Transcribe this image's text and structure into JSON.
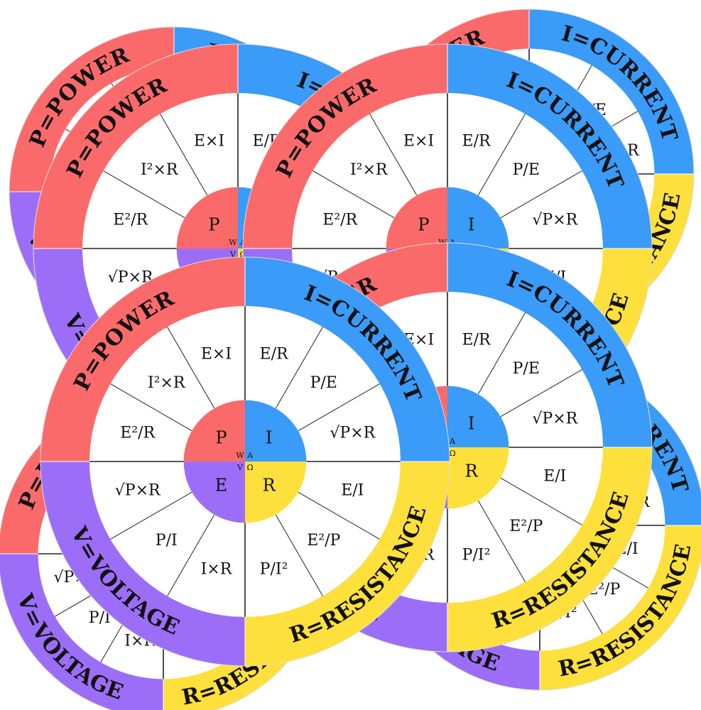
{
  "colors": {
    "power": "#fb6a6a",
    "current": "#3a9bf8",
    "resistance": "#fee03c",
    "voltage": "#9c6ef8",
    "inner_bg": "#ffffff",
    "line": "#222222"
  },
  "wheel": {
    "ring_labels": {
      "power": "P=POWER",
      "current": "I=CURRENT",
      "resistance": "R=RESISTANCE",
      "voltage": "V=VOLTAGE"
    },
    "center": {
      "power": "P",
      "current": "I",
      "resistance": "R",
      "voltage": "E"
    },
    "units": {
      "power": "W",
      "current": "A",
      "resistance": "Ω",
      "voltage": "V"
    },
    "formulas": {
      "power": [
        "E²/R",
        "I²×R",
        "E×I"
      ],
      "current": [
        "E/R",
        "P/E",
        "√P×R"
      ],
      "resistance": [
        "E/I",
        "E²/P",
        "P/I²"
      ],
      "voltage": [
        "I×R",
        "P/I",
        "√P×R"
      ]
    }
  }
}
